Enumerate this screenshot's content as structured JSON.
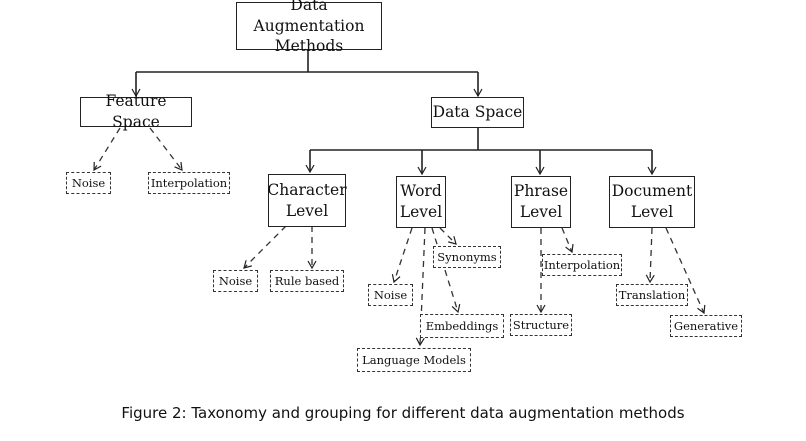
{
  "root": "Data Augmentation\nMethods",
  "feature_space": {
    "label": "Feature Space",
    "children": [
      "Noise",
      "Interpolation"
    ]
  },
  "data_space": {
    "label": "Data Space",
    "character_level": {
      "label": "Character\nLevel",
      "children": [
        "Noise",
        "Rule based"
      ]
    },
    "word_level": {
      "label": "Word\nLevel",
      "children": [
        "Synonyms",
        "Noise",
        "Embeddings",
        "Language Models"
      ]
    },
    "phrase_level": {
      "label": "Phrase\nLevel",
      "children": [
        "Interpolation",
        "Structure"
      ]
    },
    "document_level": {
      "label": "Document\nLevel",
      "children": [
        "Translation",
        "Generative"
      ]
    }
  },
  "caption": "Figure 2: Taxonomy and grouping for different data augmentation methods"
}
